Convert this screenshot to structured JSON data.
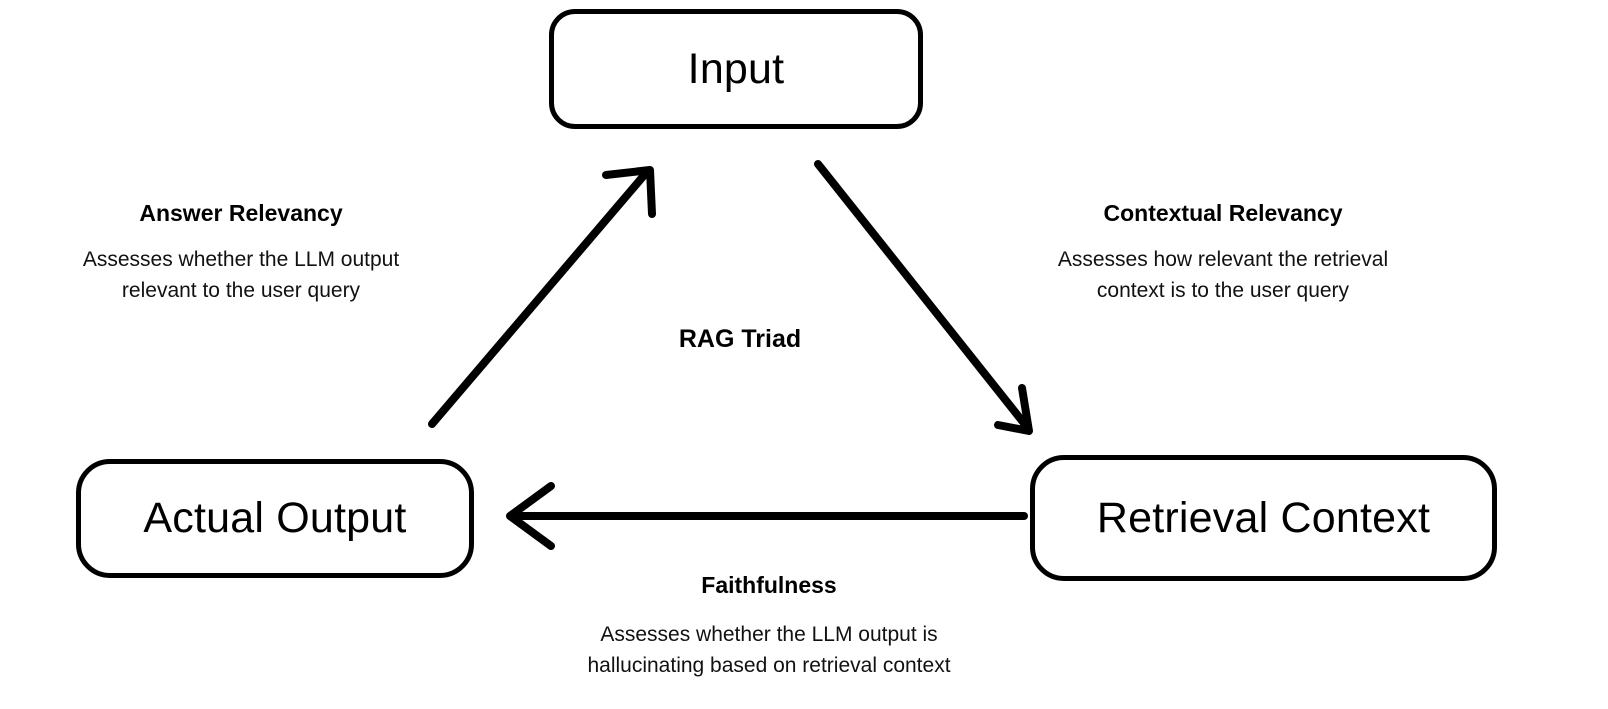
{
  "diagram": {
    "title": "RAG Triad",
    "background_color": "#ffffff",
    "stroke_color": "#000000",
    "nodes": [
      {
        "id": "input",
        "label": "Input"
      },
      {
        "id": "actual_output",
        "label": "Actual Output"
      },
      {
        "id": "retrieval_context",
        "label": "Retrieval Context"
      }
    ],
    "center_label": "RAG Triad",
    "edges": [
      {
        "id": "actual-output-to-input",
        "from": "Actual Output",
        "to": "Input",
        "metric": "Answer Relevancy"
      },
      {
        "id": "input-to-retrieval-context",
        "from": "Input",
        "to": "Retrieval Context",
        "metric": "Contextual Relevancy"
      },
      {
        "id": "retrieval-context-to-actual-output",
        "from": "Retrieval Context",
        "to": "Actual Output",
        "metric": "Faithfulness"
      }
    ],
    "annotations": {
      "answer_relevancy": {
        "title": "Answer Relevancy",
        "description_line1": "Assesses whether the LLM output",
        "description_line2": "relevant to the user query"
      },
      "contextual_relevancy": {
        "title": "Contextual Relevancy",
        "description_line1": "Assesses how relevant the retrieval",
        "description_line2": "context is to the user query"
      },
      "faithfulness": {
        "title": "Faithfulness",
        "description_line1": "Assesses whether the LLM output is",
        "description_line2": "hallucinating based on retrieval context"
      }
    }
  }
}
